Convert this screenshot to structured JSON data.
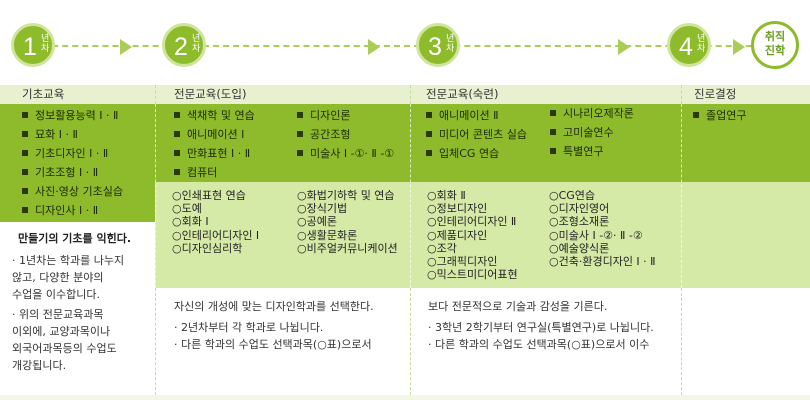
{
  "years": [
    {
      "num": "1",
      "unit": "년차"
    },
    {
      "num": "2",
      "unit": "년차"
    },
    {
      "num": "3",
      "unit": "년차"
    },
    {
      "num": "4",
      "unit": "년차"
    }
  ],
  "final_badge": {
    "line1": "취직",
    "line2": "진학"
  },
  "colors": {
    "accent_green": "#8dbb2b",
    "light_green": "#d6eaa7",
    "header_band": "#e7f1cf"
  },
  "col1": {
    "title": "기초교육",
    "required": [
      "정보활용능력 Ⅰ · Ⅱ",
      "묘화 Ⅰ · Ⅱ",
      "기초디자인 Ⅰ · Ⅱ",
      "기초조형 Ⅰ · Ⅱ",
      "사진·영상 기초실습",
      "디자인사 Ⅰ · Ⅱ"
    ],
    "desc_title": "만들기의 기초를 익힌다.",
    "desc_p1": [
      "· 1년차는 학과를 나누지",
      "않고, 다양한 분야의",
      "수업을 이수합니다."
    ],
    "desc_p2": [
      "· 위의 전문교육과목",
      "이외에, 교양과목이나",
      "외국어과목등의 수업도",
      "개강됩니다."
    ]
  },
  "col2": {
    "title": "전문교육(도입)",
    "required_a": [
      "색채학 및 연습",
      "애니메이션 Ⅰ",
      "만화표현 Ⅰ · Ⅱ",
      "컴퓨터"
    ],
    "required_b": [
      "디자인론",
      "공간조형",
      "미술사 Ⅰ -①· Ⅱ -①"
    ],
    "optional_a": [
      "○인쇄표현 연습",
      "○도예",
      "○회화 Ⅰ",
      "○인테리어디자인 Ⅰ",
      "○디자인심리학"
    ],
    "optional_b": [
      "○화법기하학 및 연습",
      "○장식기법",
      "○공예론",
      "○생활문화론",
      "○비주얼커뮤니케이션"
    ],
    "desc_title": "자신의 개성에 맞는 디자인학과를 선택한다.",
    "desc_lines": [
      "· 2년차부터 각 학과로 나뉩니다.",
      "· 다른 학과의 수업도 선택과목(○표)으로서"
    ]
  },
  "col3": {
    "title": "전문교육(숙련)",
    "required_a": [
      "애니메이션 Ⅱ",
      "미디어 콘텐츠 실습",
      "입체CG 연습"
    ],
    "required_b": [
      "시나리오제작론",
      "고미술연수",
      "특별연구"
    ],
    "optional_a": [
      "○회화 Ⅱ",
      "○정보디자인",
      "○인테리어디자인 Ⅱ",
      "○제품디자인",
      "○조각",
      "○그래픽디자인",
      "○믹스트미디어표현"
    ],
    "optional_b": [
      "○CG연습",
      "○디자인영어",
      "○조형소재론",
      "○미술사 Ⅰ -②· Ⅱ -②",
      "○예술양식론",
      "○건축·환경디자인 Ⅰ · Ⅱ"
    ],
    "desc_title": "보다 전문적으로 기술과 감성을 기른다.",
    "desc_lines": [
      "· 3학년 2학기부터 연구실(특별연구)로 나뉩니다.",
      "· 다른 학과의 수업도 선택과목(○표)으로서 이수"
    ]
  },
  "col4": {
    "title": "진로결정",
    "required": [
      "졸업연구"
    ]
  }
}
